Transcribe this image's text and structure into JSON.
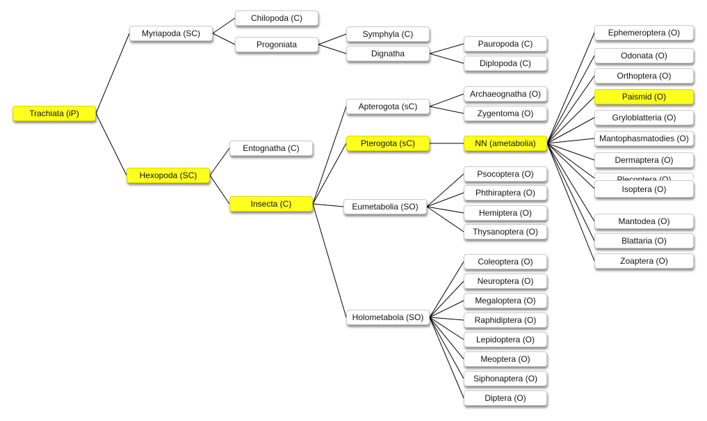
{
  "colors": {
    "highlight": "#ffff1e",
    "line": "#000000",
    "node_bg": "#ffffff"
  },
  "nodes": {
    "trachiata": "Trachiata  (iP)",
    "myriapoda": "Myriapoda (SC)",
    "hexopoda": "Hexopoda (SC)",
    "chilopoda": "Chilopoda (C)",
    "progoniata": "Progoniata",
    "symphyla": "Symphyla (C)",
    "dignatha": "Dignatha",
    "pauropoda": "Pauropoda (C)",
    "diplopoda": "Diplopoda (C)",
    "entognatha": "Entognatha (C)",
    "insecta": "Insecta (C)",
    "apterogota": "Apterogota (sC)",
    "pterogota": "Pterogota (sC)",
    "eumetabolia": "Eumetabolia (SO)",
    "holometabola": "Holometabola (SO)",
    "archaeognatha": "Archaeognatha (O)",
    "zygentoma": "Zygentoma (O)",
    "nn_ametabolia": "NN (ametabolia)",
    "psocoptera": "Psocoptera (O)",
    "phthiraptera": "Phthiraptera (O)",
    "hemiptera": "Hemiptera (O)",
    "thysanoptera": "Thysanoptera (O)",
    "coleoptera": "Coleoptera (O)",
    "neuroptera": "Neuroptera (O)",
    "megaloptera": "Megaloptera (O)",
    "raphidiptera": "Raphidiptera  (O)",
    "lepidoptera": "Lepidoptera (O)",
    "meoptera": "Meoptera (O)",
    "siphonaptera": "Siphonaptera (O)",
    "diptera": "Diptera (O)",
    "ephemeroptera": "Ephemeroptera (O)",
    "odonata": "Odonata (O)",
    "orthoptera": "Orthoptera (O)",
    "paismid": "Paismid (O)",
    "gryloblatteria": "Gryloblatteria (O)",
    "mantophasmatodies": "Mantophasmatodies (O)",
    "dermaptera": "Dermaptera (O)",
    "plecoptera": "Plecoptera (O)",
    "isoptera": "Isoptera (O)",
    "mantodea": "Mantodea (O)",
    "blattaria": "Blattaria (O)",
    "zoaptera": "Zoaptera (O)"
  }
}
